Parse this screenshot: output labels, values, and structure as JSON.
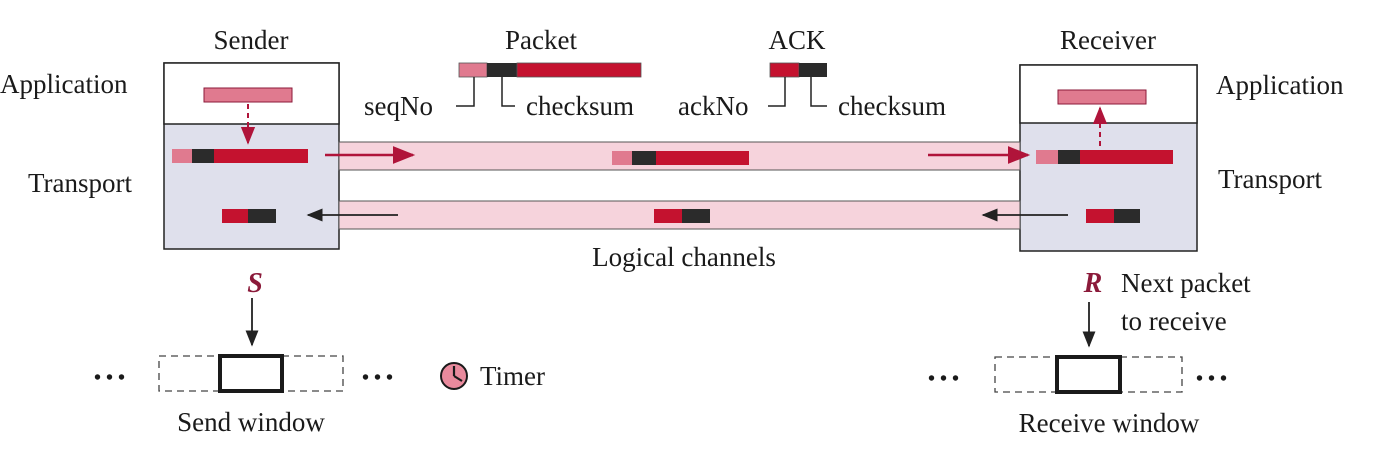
{
  "labels": {
    "sender": "Sender",
    "receiver": "Receiver",
    "application_left": "Application",
    "application_right": "Application",
    "transport_left": "Transport",
    "transport_right": "Transport",
    "packet": "Packet",
    "ack": "ACK",
    "seqno": "seqNo",
    "checksum_packet": "checksum",
    "ackno": "ackNo",
    "checksum_ack": "checksum",
    "logical_channels": "Logical channels",
    "send_var": "S",
    "recv_var": "R",
    "next_packet_line1": "Next packet",
    "next_packet_line2": "to receive",
    "timer": "Timer",
    "send_window": "Send window",
    "receive_window": "Receive window",
    "dots": "• • •"
  },
  "colors": {
    "box_fill": "#dfe0ec",
    "box_stroke": "#222222",
    "channel_fill": "#f6d3dc",
    "channel_stroke": "#444444",
    "seq_segment": "#e07a8f",
    "checksum_segment": "#2b2b2b",
    "data_segment": "#c4122f",
    "arrow": "#b0143a",
    "timer_fill": "#e98a9d"
  }
}
